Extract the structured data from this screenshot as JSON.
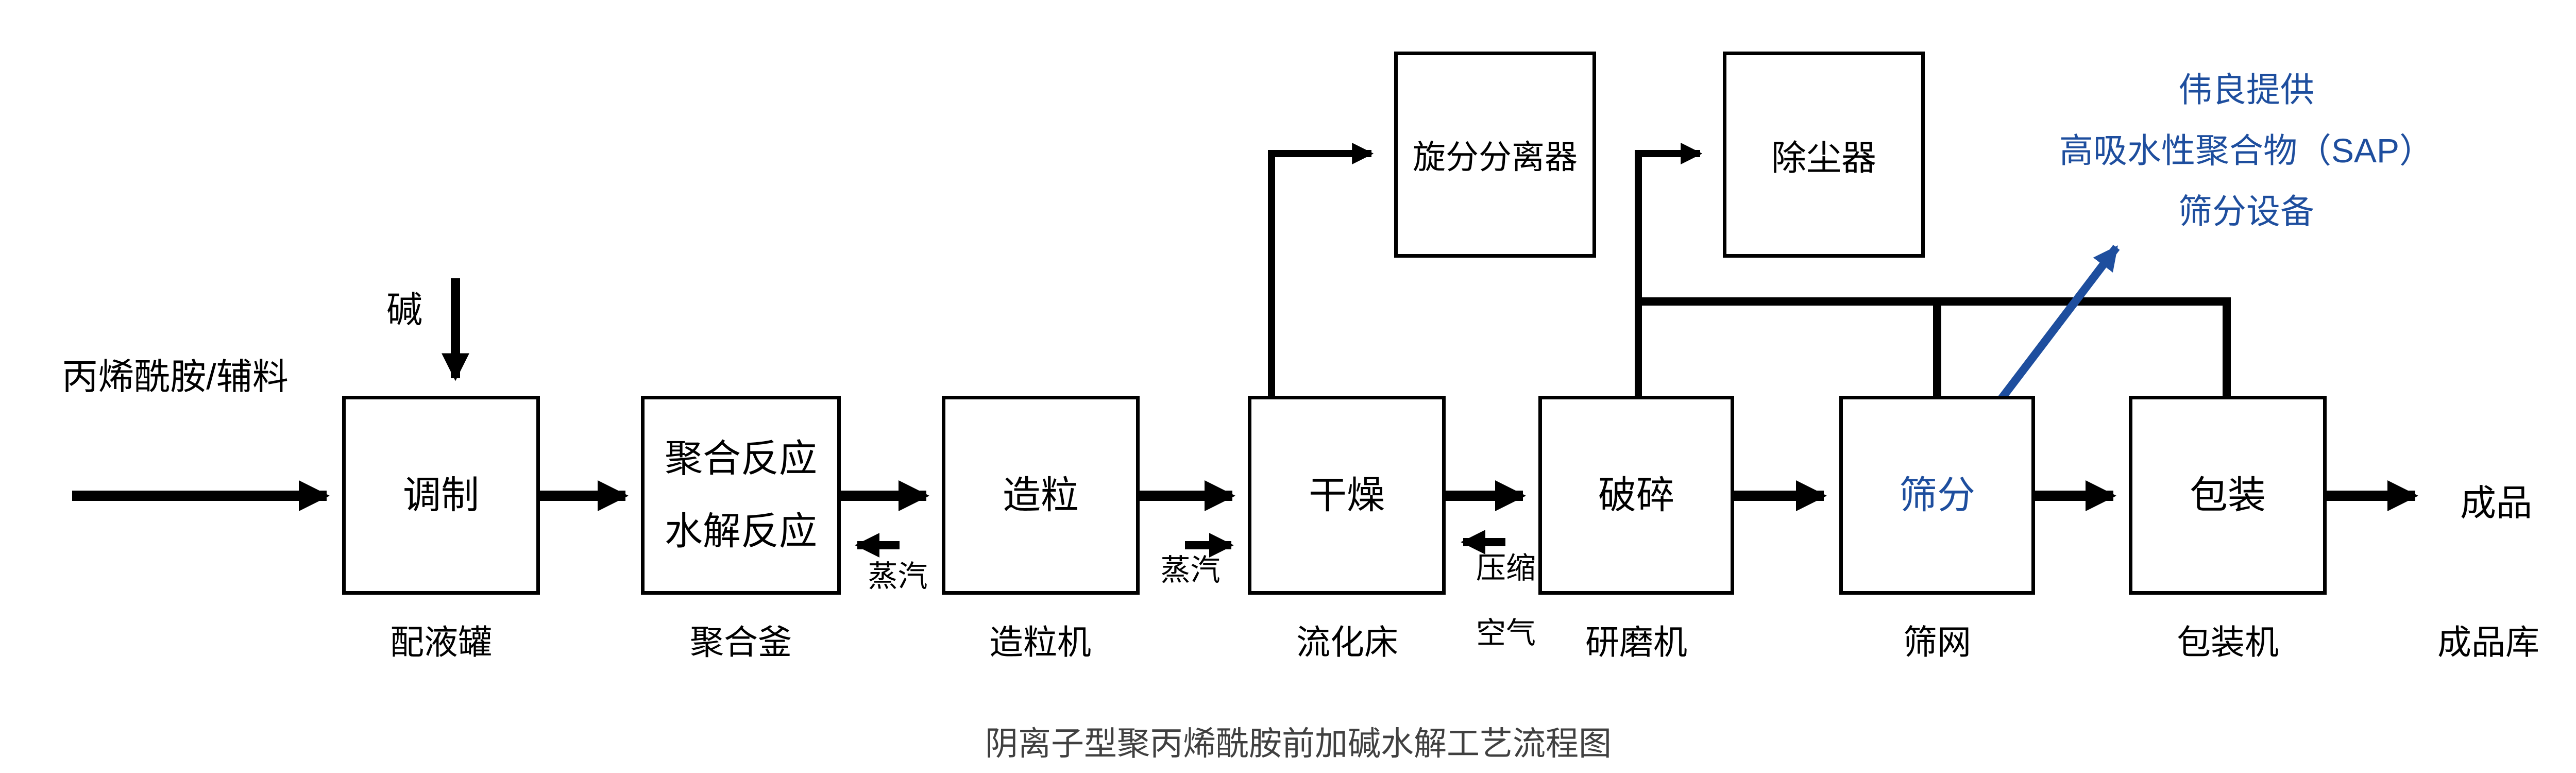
{
  "title": "阴离子型聚丙烯酰胺前加碱水解工艺流程图",
  "colors": {
    "line_black": "#000000",
    "accent_blue": "#1E4E9E",
    "title_gray": "#404040",
    "background": "#ffffff"
  },
  "flow": {
    "feed_label": "丙烯酰胺/辅料",
    "alkali_label": "碱",
    "boxes": [
      {
        "label": "调制",
        "equipment": "配液罐"
      },
      {
        "label": "聚合反应",
        "label2": "水解反应",
        "equipment": "聚合釜"
      },
      {
        "label": "造粒",
        "equipment": "造粒机"
      },
      {
        "label": "干燥",
        "equipment": "流化床"
      },
      {
        "label": "破碎",
        "equipment": "研磨机"
      },
      {
        "label": "筛分",
        "equipment": "筛网"
      },
      {
        "label": "包装",
        "equipment": "包装机"
      }
    ],
    "top_boxes": [
      {
        "label": "旋分分离器"
      },
      {
        "label": "除尘器"
      }
    ],
    "product_label": "成品",
    "product_equipment": "成品库"
  },
  "utilities": {
    "steam1": "蒸汽",
    "steam2": "蒸汽",
    "air_line1": "压缩",
    "air_line2": "空气"
  },
  "annotation": {
    "line1": "伟良提供",
    "line2": "高吸水性聚合物（SAP）",
    "line3": "筛分设备"
  }
}
